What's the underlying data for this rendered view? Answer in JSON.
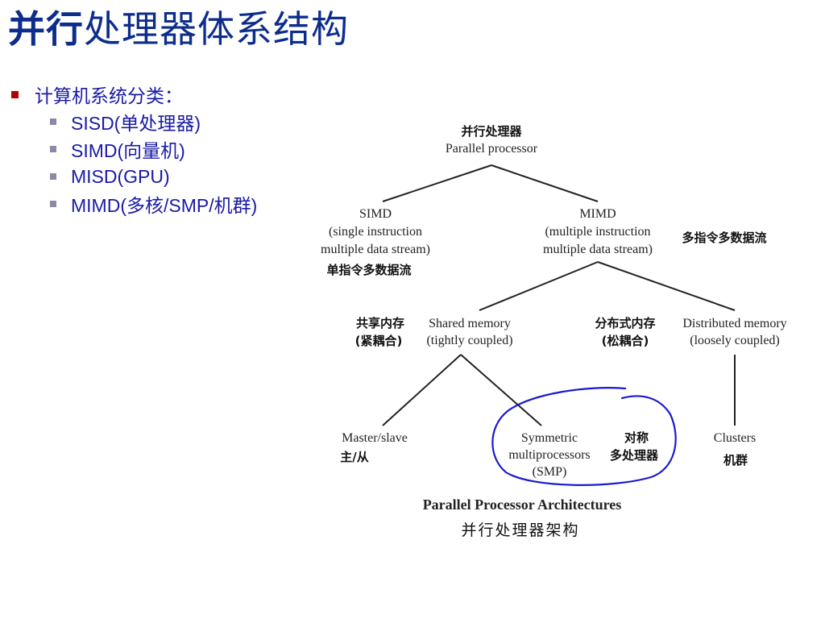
{
  "title": {
    "bold": "并行",
    "rest": "处理器体系结构"
  },
  "bullets": {
    "heading": "计算机系统分类：",
    "items": [
      "SISD(单处理器)",
      "SIMD(向量机)",
      "MISD(GPU)",
      "MIMD(多核/SMP/机群)"
    ]
  },
  "diagram": {
    "root": {
      "zh": "并行处理器",
      "en": "Parallel processor"
    },
    "simd": {
      "en": [
        "SIMD",
        "(single instruction",
        "multiple data stream)"
      ],
      "zh": "单指令多数据流"
    },
    "mimd": {
      "en": [
        "MIMD",
        "(multiple instruction",
        "multiple data stream)"
      ],
      "zh": "多指令多数据流"
    },
    "shared": {
      "zh": [
        "共享内存",
        "(紧耦合)"
      ],
      "en": [
        "Shared memory",
        "(tightly coupled)"
      ]
    },
    "distributed": {
      "zh": [
        "分布式内存",
        "(松耦合)"
      ],
      "en": [
        "Distributed memory",
        "(loosely coupled)"
      ]
    },
    "master": {
      "en": "Master/slave",
      "zh": "主/从"
    },
    "smp": {
      "en": [
        "Symmetric",
        "multiprocessors",
        "(SMP)"
      ],
      "zh": [
        "对称",
        "多处理器"
      ]
    },
    "clusters": {
      "en": "Clusters",
      "zh": "机群"
    },
    "caption": {
      "en": "Parallel Processor Architectures",
      "zh": "并行处理器架构"
    },
    "highlight_color": "#1a1ad0"
  }
}
